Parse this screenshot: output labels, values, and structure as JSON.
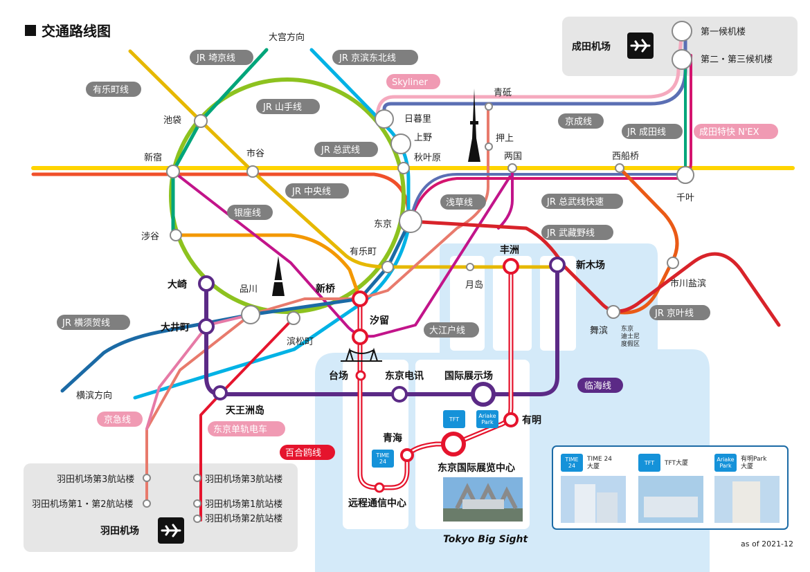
{
  "title": "交通路线图",
  "date_note": "as of 2021-12",
  "landmark": "Tokyo Big Sight",
  "narita": {
    "name": "成田机场",
    "terminal1": "第一候机楼",
    "terminal23": "第二・第三候机楼"
  },
  "haneda": {
    "name": "羽田机场",
    "keikyu_t3": "羽田机场第3航站楼",
    "keikyu_t12": "羽田机场第1・第2航站楼",
    "mono_t3": "羽田机场第3航站楼",
    "mono_t1": "羽田机场第1航站楼",
    "mono_t2": "羽田机场第2航站楼"
  },
  "directions": {
    "omiya": "大宫方向",
    "yokohama": "横滨方向"
  },
  "line_tags": {
    "yurakucho": "有乐町线",
    "saikyo": "JR 埼京线",
    "keihin_tohoku": "JR 京滨东北线",
    "skyliner": "Skyliner",
    "yamanote": "JR 山手线",
    "keisei": "京成线",
    "narita_line": "JR 成田线",
    "nex": "成田特快 N'EX",
    "sobu": "JR 总武线",
    "chuo": "JR 中央线",
    "asakusa": "浅草线",
    "sobu_rapid": "JR 总武线快速",
    "ginza": "银座线",
    "musashino": "JR 武藏野线",
    "yokosuka": "JR 横须贺线",
    "oedo": "大江户线",
    "keiyo": "JR 京叶线",
    "rinkai": "临海线",
    "keikyu": "京急线",
    "monorail": "东京单轨电车",
    "yurikamome": "百合鸥线"
  },
  "stations": {
    "aoto": "青砥",
    "nippori": "日暮里",
    "ueno": "上野",
    "oshiage": "押上",
    "ikebukuro": "池袋",
    "akihabara": "秋叶原",
    "ryogoku": "两国",
    "shinjuku": "新宿",
    "ichigaya": "市谷",
    "nishifunabashi": "西船桥",
    "chiba": "千叶",
    "tokyo": "东京",
    "shibuya": "涉谷",
    "yurakucho": "有乐町",
    "toyosu": "丰洲",
    "shinkiba": "新木场",
    "osaki": "大崎",
    "shinagawa": "品川",
    "shimbashi": "新桥",
    "tsukishima": "月岛",
    "ichikawashiohama": "市川盐滨",
    "oimachi": "大井町",
    "shiodome": "汐留",
    "hamamatsucho": "滨松町",
    "maihama": "舞滨",
    "disney": "东京\n迪士尼\n度假区",
    "daiba": "台场",
    "tokyo_teleport": "东京电讯",
    "kokusai_tenjijo": "国际展示场",
    "tennozu": "天王洲岛",
    "ariake": "有明",
    "aomi": "青海",
    "big_sight_station": "东京国际展览中心",
    "telecom_center": "远程通信中心"
  },
  "building_badges": {
    "time24": "TIME\n24",
    "tft": "TFT",
    "ariake_park": "Ariake\nPark"
  },
  "legend": {
    "time24_badge": "TIME\n24",
    "time24_label": "TIME 24\n大厦",
    "tft_badge": "TFT",
    "tft_label": "TFT大厦",
    "ariake_badge": "Ariake\nPark",
    "ariake_label": "有明Park\n大厦"
  },
  "colors": {
    "yamanote": "#8dc21f",
    "saikyo": "#00a57a",
    "keihin": "#00b2e5",
    "yurakucho": "#e6b800",
    "chuo": "#f0502a",
    "sobu": "#ffd400",
    "ginza": "#f39800",
    "asakusa": "#e87a6c",
    "oedo": "#c2148a",
    "keisei": "#5b6fb4",
    "skyliner": "#f5a9be",
    "nex": "#d4146e",
    "musashino": "#ea5a16",
    "keiyo": "#d8232a",
    "yokosuka": "#1b6aa5",
    "rinkai": "#5b2a86",
    "yurikamome": "#e5142d",
    "monorail": "#e5142d",
    "keikyu": "#e67aa6",
    "water": "#d4eaf9",
    "box_gray": "#e6e6e6",
    "tag_gray": "#7f7f7f",
    "tag_pink": "#f09ab3",
    "tag_red": "#e5142d",
    "tag_purple": "#5b2a86",
    "badge_blue": "#1592d9"
  }
}
